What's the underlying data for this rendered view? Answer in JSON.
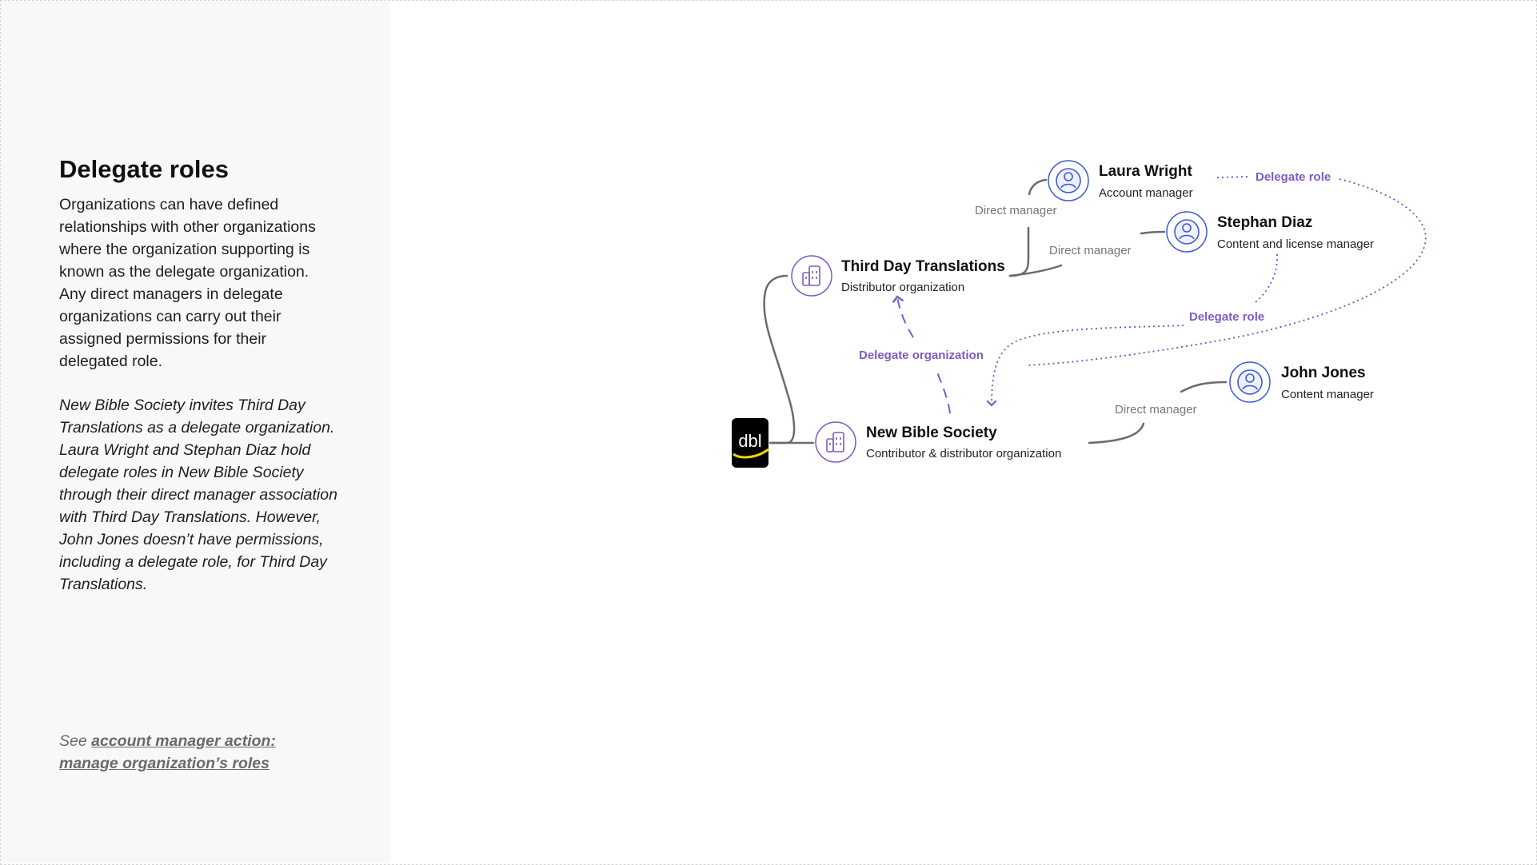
{
  "sidebar": {
    "title": "Delegate roles",
    "paragraph_1": "Organizations can have defined relationships with other organizations where the organization supporting is known as the delegate organization. Any direct managers in delegate organizations can carry out their assigned permissions for their delegated role.",
    "paragraph_2": "New Bible Society invites Third Day Translations as a delegate organization. Laura Wright and Stephan Diaz hold delegate roles in New Bible Society through their direct manager association with Third Day Translations. However, John Jones doesn’t have permissions, including a delegate role, for Third Day Translations.",
    "see_prefix": "See ",
    "see_link": "account manager action: manage organization’s roles"
  },
  "diagram": {
    "logo_text": "dbl",
    "nodes": {
      "third_day": {
        "name": "Third Day Translations",
        "role": "Distributor organization",
        "icon": "building-icon"
      },
      "new_bible": {
        "name": "New Bible Society",
        "role": "Contributor & distributor organization",
        "icon": "building-icon"
      },
      "laura": {
        "name": "Laura Wright",
        "role": "Account manager",
        "icon": "person-icon"
      },
      "stephan": {
        "name": "Stephan Diaz",
        "role": "Content and license manager",
        "icon": "person-icon"
      },
      "john": {
        "name": "John Jones",
        "role": "Content manager",
        "icon": "person-icon"
      }
    },
    "edge_labels": {
      "laura_direct": "Direct manager",
      "stephan_direct": "Direct manager",
      "john_direct": "Direct manager",
      "delegate_org": "Delegate organization",
      "delegate_role_laura": "Delegate role",
      "delegate_role_stephan": "Delegate role"
    }
  },
  "colors": {
    "sidebar_bg": "#f8f8f8",
    "person_icon": "#3d5bd6",
    "org_icon": "#7b5cc4",
    "delegate": "#7b5cc4",
    "connector": "#6b6b6b",
    "logo_bg": "#000000",
    "logo_swoosh": "#f2d20b"
  }
}
